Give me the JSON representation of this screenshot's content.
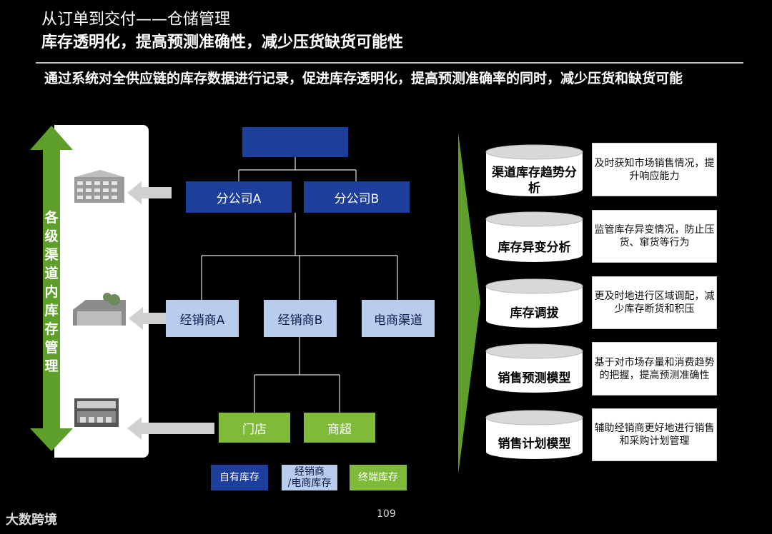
{
  "title": {
    "line1": "从订单到交付——仓储管理",
    "line2": "库存透明化，提高预测准确性，减少压货缺货可能性"
  },
  "intro": "通过系统对全供应链的库存数据进行记录，促进库存透明化，提高预测准确率的同时，减少压货和缺货可能",
  "side_label": "各级渠道内库存管理",
  "org": {
    "top": "",
    "branches": [
      "分公司A",
      "分公司B"
    ],
    "dealers": [
      "经销商A",
      "经销商B",
      "电商渠道"
    ],
    "stores": [
      "门店",
      "商超"
    ]
  },
  "legend": {
    "own": "自有库存",
    "dealer": "经销商\n/电商库存",
    "terminal": "终端库存"
  },
  "features": [
    {
      "label": "渠道库存趋势分析",
      "desc": "及时获知市场销售情况，提升响应能力"
    },
    {
      "label": "库存异变分析",
      "desc": "监管库存异变情况，防止压货、窜货等行为"
    },
    {
      "label": "库存调拔",
      "desc": "更及时地进行区域调配，减少库存断货和积压"
    },
    {
      "label": "销售预测模型",
      "desc": "基于对市场存量和消费趋势的把握，提高预测准确性"
    },
    {
      "label": "销售计划模型",
      "desc": "辅助经销商更好地进行销售和采购计划管理"
    }
  ],
  "page_number": "109",
  "watermark": "大数跨境",
  "colors": {
    "navy": "#1d3e9a",
    "light_blue": "#b8ccee",
    "green": "#7fba3a",
    "arrow_green": "#5e9e2a"
  }
}
